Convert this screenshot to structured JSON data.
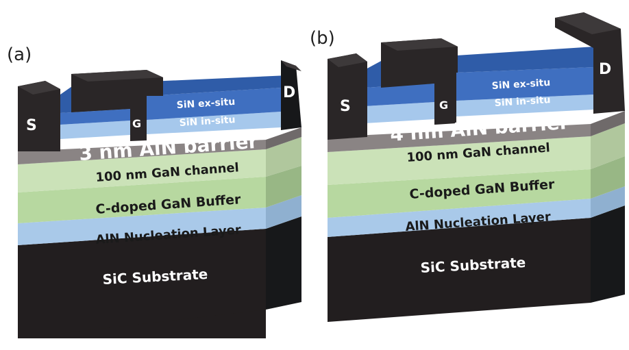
{
  "figure": {
    "panels": [
      {
        "label": "(a)",
        "layers": {
          "substrate": "SiC Substrate",
          "nucleation": "AlN Nucleation Layer",
          "buffer": "C-doped GaN Buffer",
          "channel": "100 nm GaN channel",
          "barrier": "3 nm AlN barrier",
          "sin_insitu": "SiN in-situ",
          "sin_exsitu": "SiN ex-situ"
        },
        "contacts": {
          "source": "S",
          "gate": "G",
          "drain": "D"
        }
      },
      {
        "label": "(b)",
        "layers": {
          "substrate": "SiC Substrate",
          "nucleation": "AlN Nucleation Layer",
          "buffer": "C-doped GaN Buffer",
          "channel": "100 nm GaN channel",
          "barrier": "4 nm AlN barrier",
          "sin_insitu": "SiN in-situ",
          "sin_exsitu": "SiN ex-situ"
        },
        "contacts": {
          "source": "S",
          "gate": "G",
          "drain": "D"
        }
      }
    ],
    "colors": {
      "substrate": "#221e1f",
      "nucleation": "#a9c9e9",
      "buffer": "#b7d8a0",
      "channel": "#cbe2b8",
      "barrier": "#8a8484",
      "sin_insitu": "#a6c8ec",
      "sin_exsitu": "#3f6fc0",
      "metal": "#2a2627"
    }
  }
}
